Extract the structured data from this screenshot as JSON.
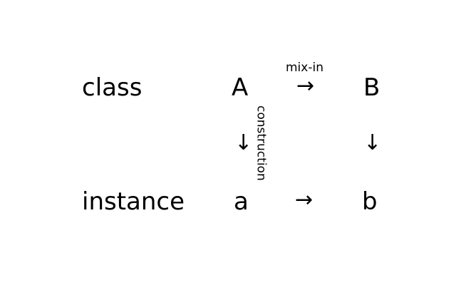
{
  "rows": {
    "class_label": "class",
    "instance_label": "instance"
  },
  "nodes": {
    "A": "A",
    "B": "B",
    "a": "a",
    "b": "b"
  },
  "arrows": {
    "right": "→",
    "down": "↓"
  },
  "edge_labels": {
    "mixin": "mix-in",
    "construction": "construction"
  }
}
